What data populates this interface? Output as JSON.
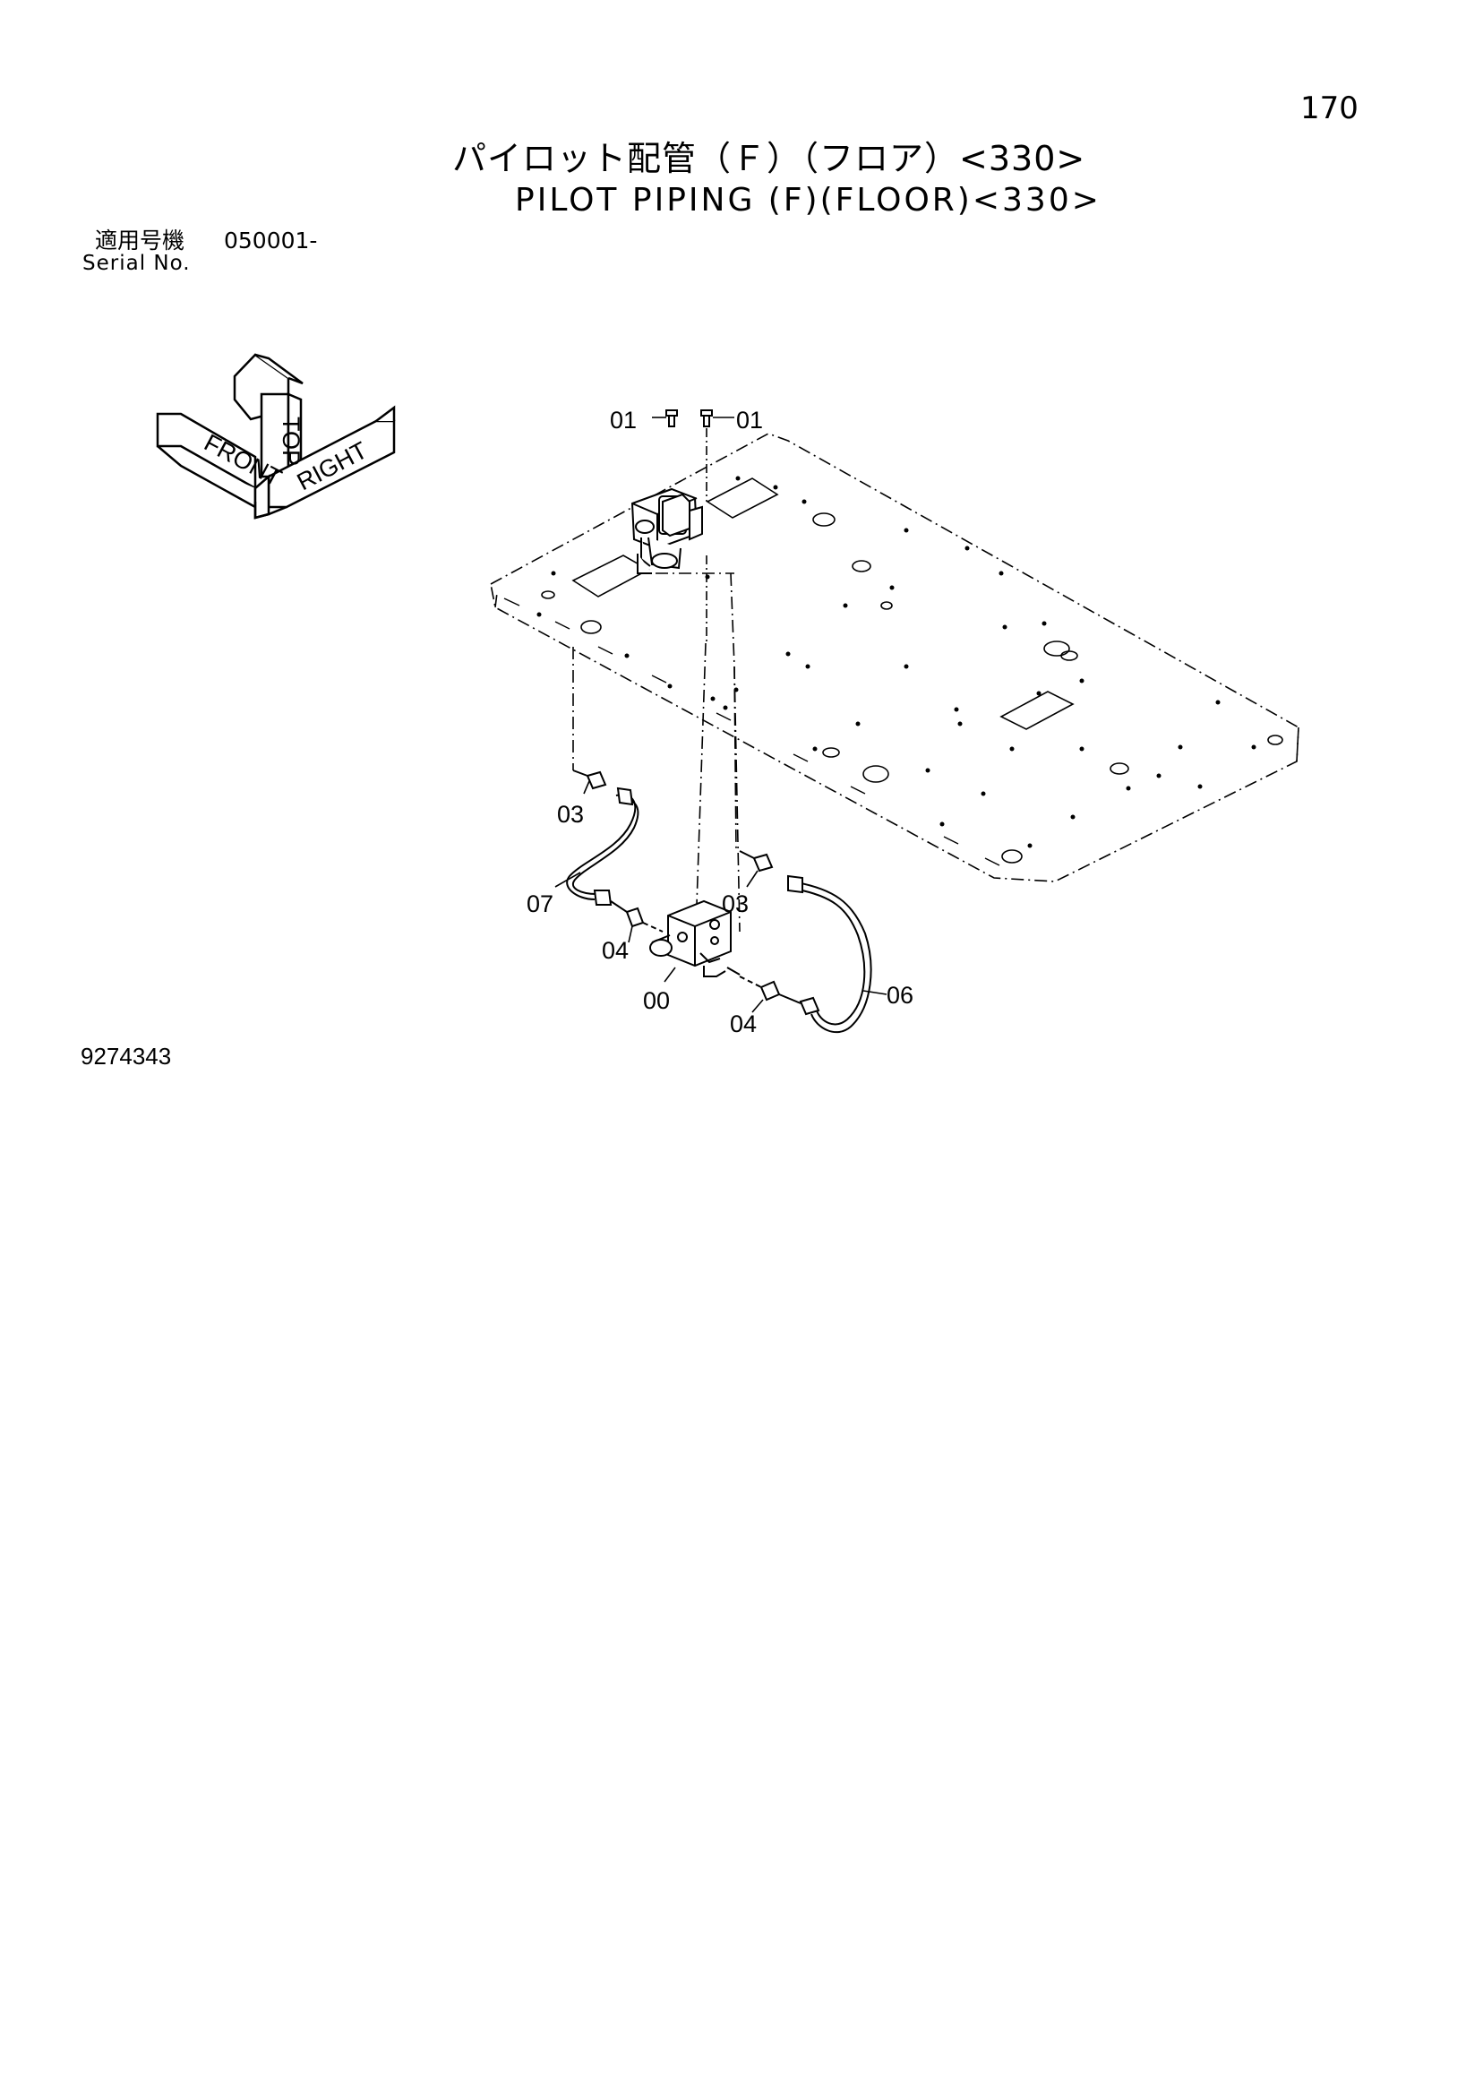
{
  "page": {
    "number": "170"
  },
  "header": {
    "title_ja": "パイロット配管（Ｆ）（フロア）<330>",
    "title_en": "PILOT PIPING (F)(FLOOR)<330>"
  },
  "serial": {
    "label_ja": "適用号機",
    "label_en": "Serial No.",
    "value": "050001-"
  },
  "orientation_indicator": {
    "top": "TOP",
    "front": "FRONT",
    "right": "RIGHT"
  },
  "callouts": {
    "c01a": "01",
    "c01b": "01",
    "c03a": "03",
    "c03b": "03",
    "c07": "07",
    "c04a": "04",
    "c04b": "04",
    "c00": "00",
    "c06": "06"
  },
  "footer": {
    "drawing_number": "9274343"
  }
}
